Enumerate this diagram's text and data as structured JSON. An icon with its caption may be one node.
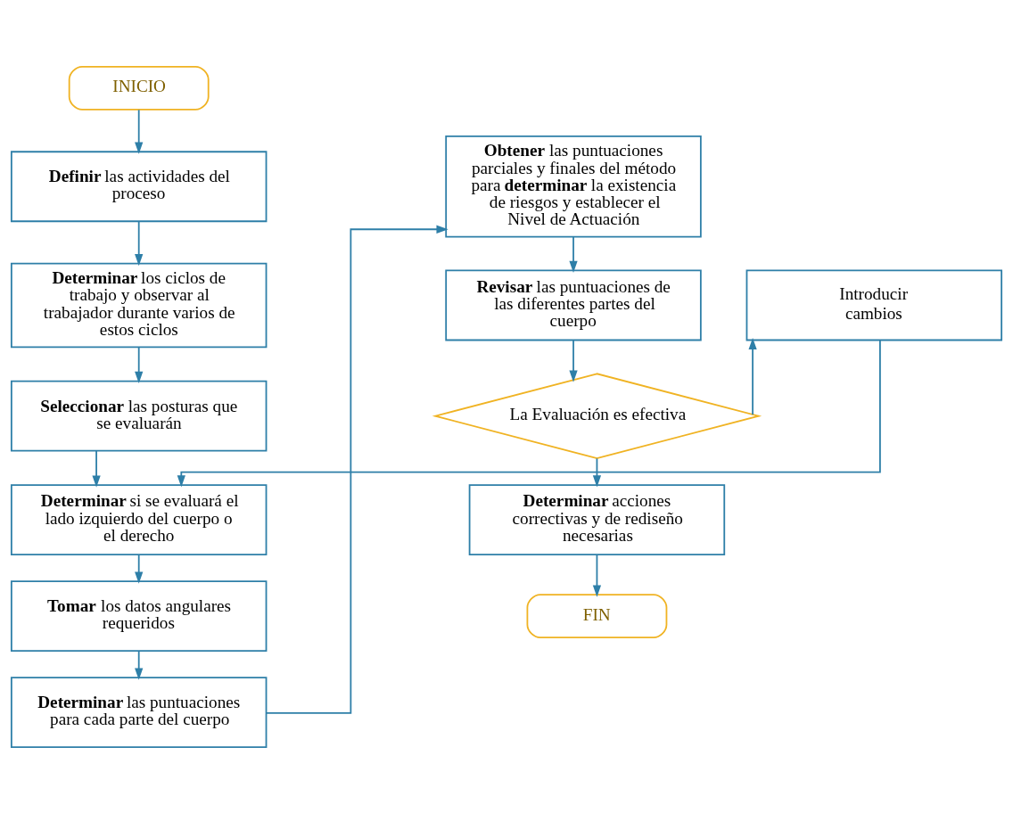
{
  "diagram": {
    "nodes": [
      {
        "text": [
          "INICIO"
        ]
      },
      {
        "text": [
          "**Definir** las actividades del proceso"
        ]
      },
      {
        "text": [
          "**Determinar** los ciclos de trabajo y observar al trabajador durante varios de estos ciclos"
        ]
      },
      {
        "text": [
          "**Seleccionar** las posturas que se evaluarán"
        ]
      },
      {
        "text": [
          "**Determinar** si se evaluará el lado izquierdo del cuerpo o el derecho"
        ]
      },
      {
        "text": [
          "**Tomar** los datos angulares requeridos"
        ]
      },
      {
        "text": [
          "**Determinar** las puntuaciones para cada parte del cuerpo"
        ]
      },
      {
        "text": [
          "**Obtener** las puntuaciones parciales y finales del método para **determinar** la existencia de riesgos y establecer el Nivel de Actuación"
        ]
      },
      {
        "text": [
          "**Revisar** las puntuaciones de las diferentes partes del cuerpo"
        ]
      },
      {
        "text": [
          "La Evaluación es efectiva"
        ]
      },
      {
        "text": [
          "**Determinar** acciones correctivas y de rediseño necesarias"
        ]
      },
      {
        "text": [
          "FIN"
        ]
      },
      {
        "text": [
          "Introducir cambios"
        ]
      }
    ],
    "edges": [
      {
        "from": 0,
        "to": 1,
        "arrow": "to"
      },
      {
        "from": 1,
        "to": 2,
        "arrow": "to"
      },
      {
        "from": 2,
        "to": 3,
        "arrow": "to"
      },
      {
        "from": 3,
        "to": 4,
        "arrow": "to"
      },
      {
        "from": 4,
        "to": 5,
        "arrow": "to"
      },
      {
        "from": 5,
        "to": 6,
        "arrow": "to"
      },
      {
        "from": 6,
        "to": 7,
        "arrow": "to"
      },
      {
        "from": 7,
        "to": 8,
        "arrow": "to"
      },
      {
        "from": 8,
        "to": 9,
        "arrow": "to"
      },
      {
        "from": 9,
        "to": 10,
        "arrow": "to"
      },
      {
        "from": 10,
        "to": 11,
        "arrow": "to"
      },
      {
        "from": 9,
        "to": 12,
        "arrow": "to"
      },
      {
        "from": 12,
        "to": 4,
        "arrow": "to"
      }
    ]
  }
}
